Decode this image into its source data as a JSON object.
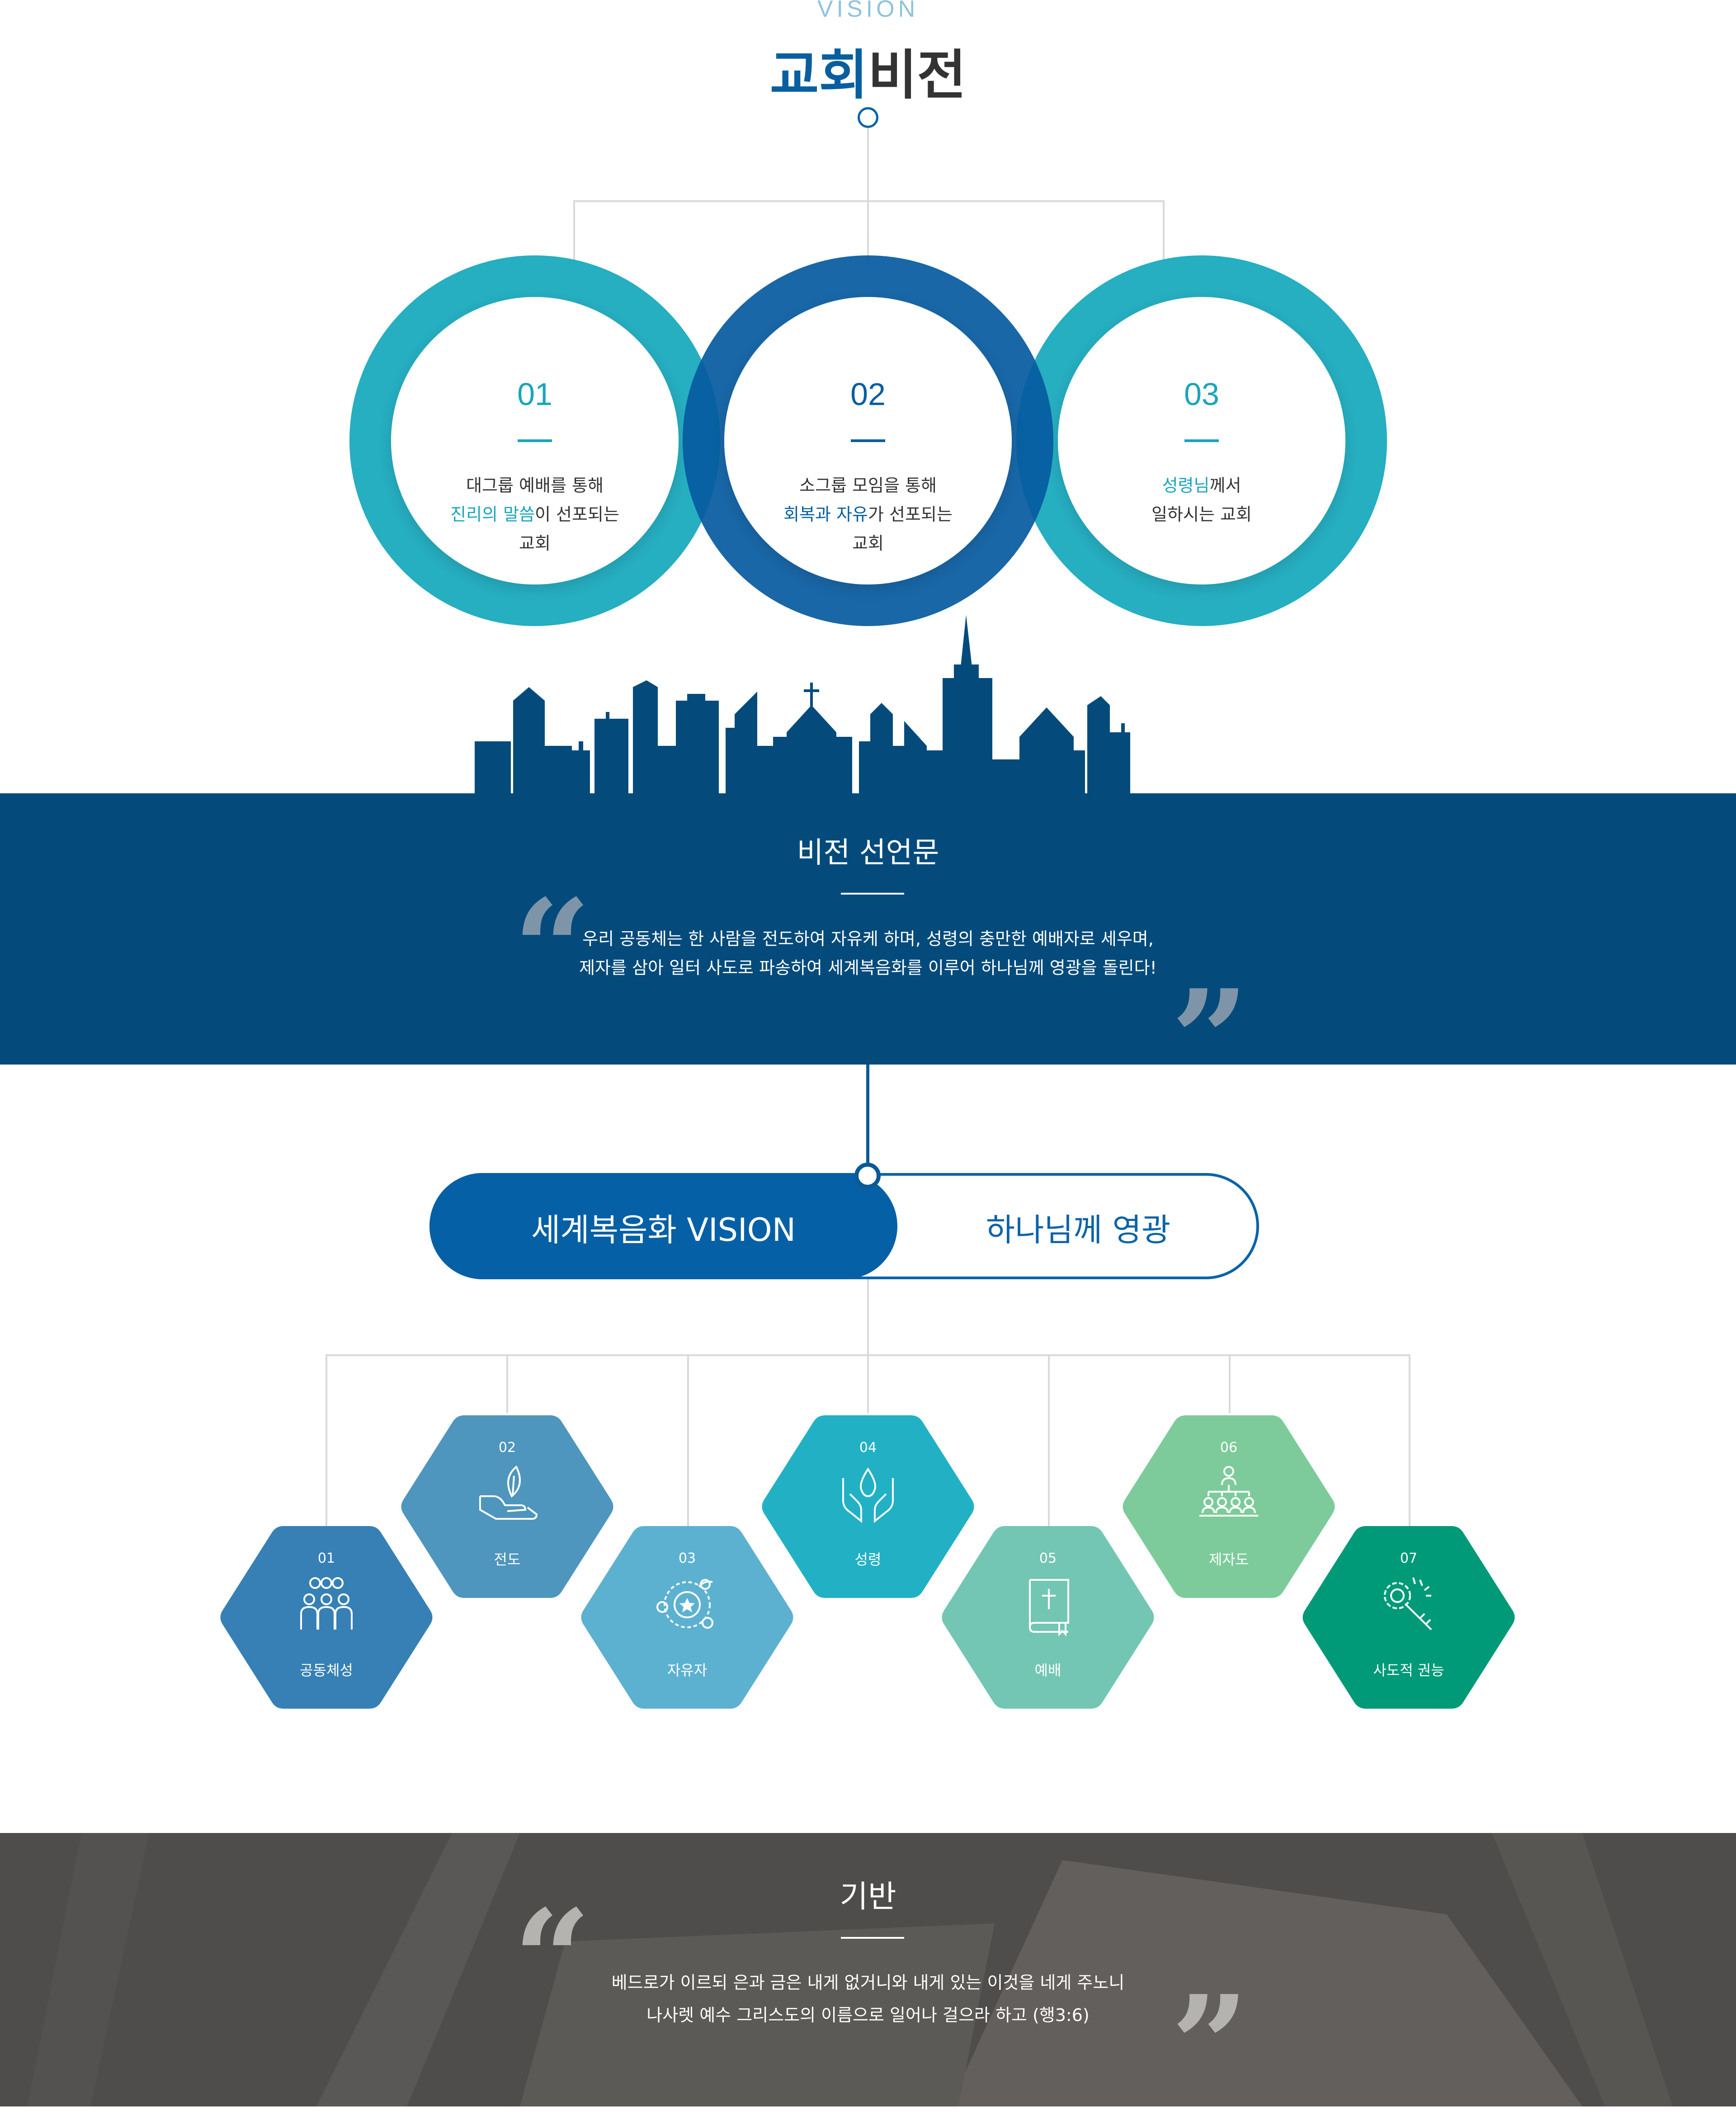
{
  "header": {
    "eyebrow": "VISION",
    "title_highlight": "교회",
    "title_rest": "비전"
  },
  "circles": [
    {
      "number": "01",
      "line1": "대그룹 예배를 통해",
      "line2_hl": "진리의 말씀",
      "line2_rest": "이 선포되는",
      "line3": "교회"
    },
    {
      "number": "02",
      "line1": "소그룹 모임을 통해",
      "line2_hl": "회복과 자유",
      "line2_rest": "가 선포되는",
      "line3": "교회"
    },
    {
      "number": "03",
      "line1_hl": "성령님",
      "line1_rest": "께서",
      "line2": "일하시는 교회"
    }
  ],
  "statement": {
    "title": "비전 선언문",
    "line1": "우리 공동체는 한 사람을 전도하여 자유케 하며, 성령의 충만한 예배자로 세우며,",
    "line2": "제자를 삼아 일터 사도로 파송하여 세계복음화를 이루어 하나님께 영광을 돌린다!"
  },
  "pill": {
    "left": "세계복음화 VISION",
    "right": "하나님께 영광"
  },
  "hexagons": [
    {
      "number": "01",
      "label": "공동체성",
      "icon": "people-group-icon",
      "color": "#3680b5"
    },
    {
      "number": "02",
      "label": "전도",
      "icon": "hand-leaf-icon",
      "color": "#4e96bd"
    },
    {
      "number": "03",
      "label": "자유자",
      "icon": "orbit-star-icon",
      "color": "#5db1d0"
    },
    {
      "number": "04",
      "label": "성령",
      "icon": "hands-drop-icon",
      "color": "#22b1c4"
    },
    {
      "number": "05",
      "label": "예배",
      "icon": "bible-icon",
      "color": "#73c6b4"
    },
    {
      "number": "06",
      "label": "제자도",
      "icon": "org-chart-icon",
      "color": "#7dcb9a"
    },
    {
      "number": "07",
      "label": "사도적 권능",
      "icon": "key-gear-icon",
      "color": "#009a78"
    }
  ],
  "foundation": {
    "title": "기반",
    "line1": "베드로가 이르되 은과 금은 내게 없거니와 내게 있는 이것을 네게 주노니",
    "line2": "나사렛 예수 그리스도의 이름으로 일어나 걸으라 하고 (행3:6)"
  }
}
